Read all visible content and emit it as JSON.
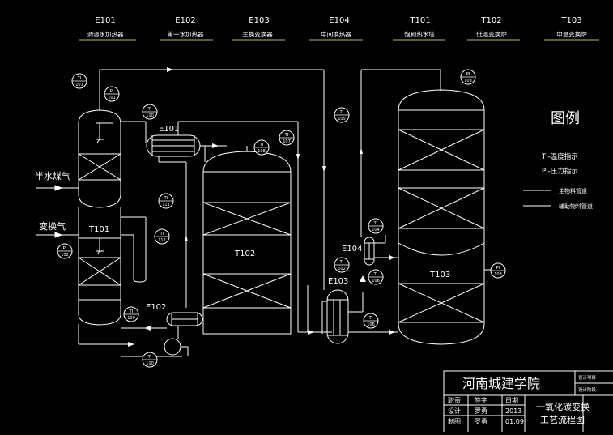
{
  "header": [
    {
      "code": "E101",
      "name": "调温水加热器"
    },
    {
      "code": "E102",
      "name": "第一水加热器"
    },
    {
      "code": "E103",
      "name": "主换变换器"
    },
    {
      "code": "E104",
      "name": "中间换热器"
    },
    {
      "code": "T101",
      "name": "饱和热水塔"
    },
    {
      "code": "T102",
      "name": "低温变换炉"
    },
    {
      "code": "T103",
      "name": "中温变换炉"
    }
  ],
  "equipment": {
    "e101": "E101",
    "e102": "E102",
    "e103": "E103",
    "e104": "E104",
    "t101": "T101",
    "t102": "T102",
    "t103": "T103"
  },
  "streams": {
    "semi_water_gas": "半水煤气",
    "shift_gas": "变换气"
  },
  "instruments": [
    {
      "type": "TI",
      "num": "101"
    },
    {
      "type": "PI",
      "num": "101"
    },
    {
      "type": "TI",
      "num": "110"
    },
    {
      "type": "TI",
      "num": "111"
    },
    {
      "type": "TI",
      "num": "112"
    },
    {
      "type": "PI",
      "num": "102"
    },
    {
      "type": "TI",
      "num": "109"
    },
    {
      "type": "TI",
      "num": "110"
    },
    {
      "type": "TI",
      "num": "108"
    },
    {
      "type": "TI",
      "num": "107"
    },
    {
      "type": "TI",
      "num": "105"
    },
    {
      "type": "TI",
      "num": "104"
    },
    {
      "type": "TI",
      "num": "102"
    },
    {
      "type": "TI",
      "num": "106"
    },
    {
      "type": "TI",
      "num": "106"
    },
    {
      "type": "PI",
      "num": "103"
    },
    {
      "type": "PI",
      "num": "103"
    }
  ],
  "legend": {
    "title": "图例",
    "ti_def": "TI-温度指示",
    "pi_def": "PI-压力指示",
    "main_line": "主物料管道",
    "aux_line": "辅助物料管道"
  },
  "title_block": {
    "school": "河南城建学院",
    "design_project_label": "设计项目",
    "design_stage_label": "设计阶段",
    "drawing_title_1": "一氧化碳变换",
    "drawing_title_2": "工艺流程图",
    "rows": [
      {
        "label": "职责",
        "name": "签字",
        "date": "日期"
      },
      {
        "label": "设计",
        "name": "罗勇",
        "date": "2013"
      },
      {
        "label": "制图",
        "name": "罗勇",
        "date": "01.09"
      }
    ]
  },
  "colors": {
    "background": "#000000",
    "lines": "#ffffff",
    "title_underline": "#bdb76b"
  }
}
